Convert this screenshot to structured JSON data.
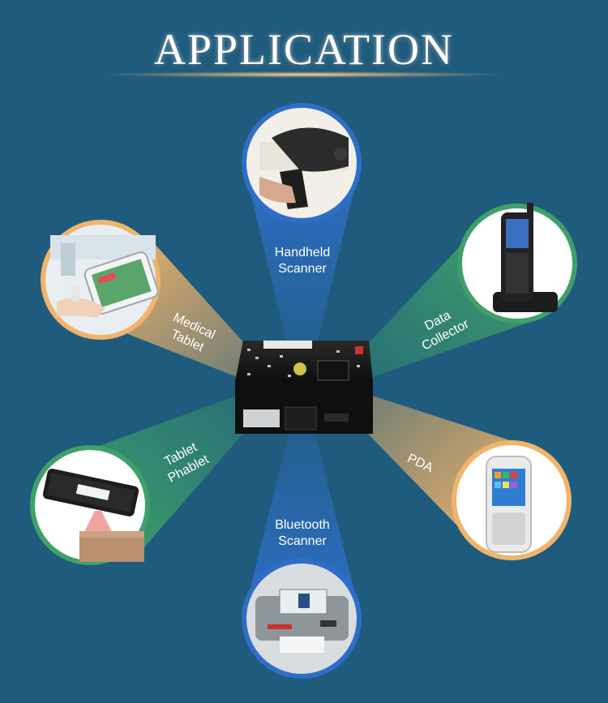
{
  "title": "APPLICATION",
  "colors": {
    "background": "#1f5b7c",
    "blue_beam": "#2e6ec7",
    "green_beam": "#3fa06a",
    "orange_beam": "#f0b46a"
  },
  "nodes": [
    {
      "id": "handheld",
      "line1": "Handheld",
      "line2": "Scanner",
      "icon": "handheld-scanner-photo"
    },
    {
      "id": "data-collector",
      "line1": "Data",
      "line2": "Collector",
      "icon": "data-collector-photo"
    },
    {
      "id": "medical-tablet",
      "line1": "Medical",
      "line2": "Tablet",
      "icon": "medical-tablet-photo"
    },
    {
      "id": "tablet-phablet",
      "line1": "Tablet",
      "line2": "Phablet",
      "icon": "tablet-photo"
    },
    {
      "id": "pda",
      "line1": "PDA",
      "line2": "",
      "icon": "pda-photo"
    },
    {
      "id": "bluetooth",
      "line1": "Bluetooth",
      "line2": "Scanner",
      "icon": "bluetooth-scanner-photo"
    }
  ],
  "center_module": {
    "icon": "scan-engine-module"
  }
}
